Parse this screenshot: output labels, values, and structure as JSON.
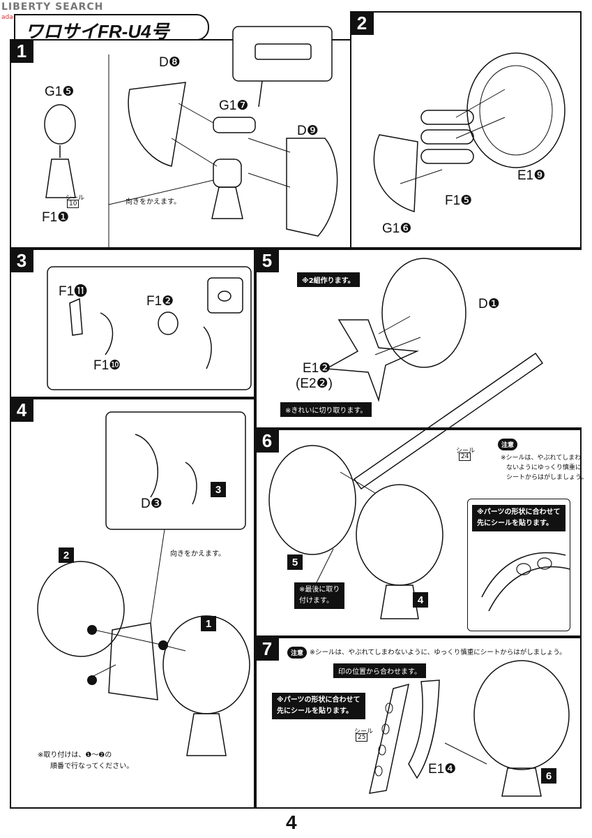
{
  "header": {
    "watermark": "LIBERTY SEARCH",
    "watermark_small": "ada-shou.com",
    "title": "ワロサイFR-U4号"
  },
  "steps": [
    {
      "num": "1",
      "labels": [
        "G1❺",
        "D❽",
        "G1❼",
        "D❾",
        "F1❶"
      ],
      "sticker": "シール",
      "sticker_num": "10",
      "note": "向きをかえます。"
    },
    {
      "num": "2",
      "labels": [
        "G1❻",
        "F1❺",
        "E1❾"
      ]
    },
    {
      "num": "3",
      "labels": [
        "F1⓫",
        "F1❷",
        "F1❿"
      ]
    },
    {
      "num": "4",
      "labels": [
        "D❸"
      ],
      "note": "向きをかえます。",
      "order_note_1": "※取り付けは、❶～❷の",
      "order_note_2": "順番で行なってください。"
    },
    {
      "num": "5",
      "labels": [
        "D❶",
        "E1❷",
        "(E2❷)"
      ],
      "badge_top": "※2組作ります。",
      "badge_bottom": "※きれいに切り取ります。"
    },
    {
      "num": "6",
      "sticker": "シール",
      "sticker_num": "24",
      "caution": "注意",
      "caution_text": [
        "※シールは、やぶれてしまわ",
        "ないようにゆっくり慎重に",
        "シートからはがしましょう。"
      ],
      "tip": [
        "※パーツの形状に合わせて",
        "先にシールを貼ります。"
      ],
      "last": [
        "※最後に取り",
        "付けます。"
      ]
    },
    {
      "num": "7",
      "caution": "注意",
      "caution_text": "※シールは、やぶれてしまわないように、ゆっくり慎重にシートからはがしましょう。",
      "mark": "印の位置から合わせます。",
      "tip": [
        "※パーツの形状に合わせて",
        "先にシールを貼ります。"
      ],
      "sticker": "シール",
      "sticker_num": "25",
      "labels": [
        "E1❹"
      ]
    }
  ],
  "page_number": "4"
}
